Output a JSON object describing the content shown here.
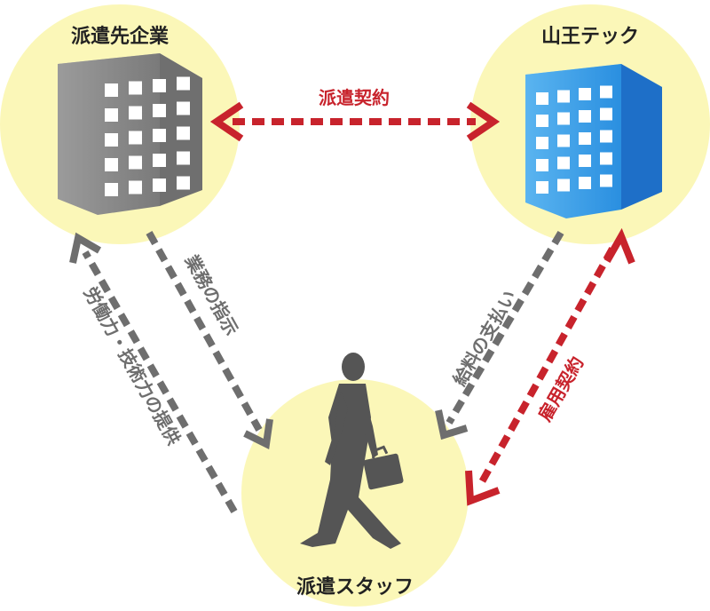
{
  "nodes": {
    "client": {
      "label": "派遣先企業"
    },
    "agency": {
      "label": "山王テック"
    },
    "staff": {
      "label": "派遣スタッフ"
    }
  },
  "relations": {
    "dispatch_contract": {
      "label": "派遣契約"
    },
    "work_instruction": {
      "label": "業務の指示"
    },
    "labor_provision": {
      "label": "労働力・技術力の提供"
    },
    "salary_payment": {
      "label": "給料の支払い"
    },
    "employment_contract": {
      "label": "雇用契約"
    }
  },
  "colors": {
    "circle_fill": "#fbf7b8",
    "contract_red": "#c8232c",
    "flow_gray": "#6e6e6e",
    "client_building": "#8a8a8a",
    "agency_building": "#3aa0e8",
    "staff_silhouette": "#555555"
  }
}
